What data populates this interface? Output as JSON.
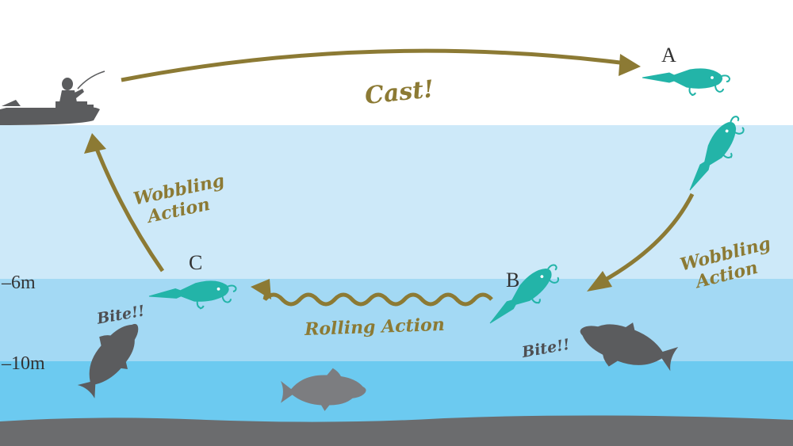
{
  "colors": {
    "sky": "#ffffff",
    "water_top": "#cde9f9",
    "water_mid": "#a3d9f4",
    "water_deep": "#6ccaf0",
    "bottom": "#6b6c6e",
    "arrow": "#8c7a34",
    "label": "#8c7a34",
    "lure": "#23b4a8",
    "fish_dark": "#5b5c5e",
    "fish_light": "#7c7d80"
  },
  "labels": {
    "cast": "Cast!",
    "point_a": "A",
    "point_b": "B",
    "point_c": "C",
    "wobbling_left_1": "Wobbling",
    "wobbling_left_2": "Action",
    "wobbling_right_1": "Wobbling",
    "wobbling_right_2": "Action",
    "rolling": "Rolling Action",
    "bite_left": "Bite!!",
    "bite_right": "Bite!!",
    "depth_6": "–6m",
    "depth_10": "–10m"
  },
  "icons": {
    "angler": "angler-in-boat-icon",
    "lure": "crankbait-lure-icon",
    "fish": "bass-fish-icon"
  }
}
